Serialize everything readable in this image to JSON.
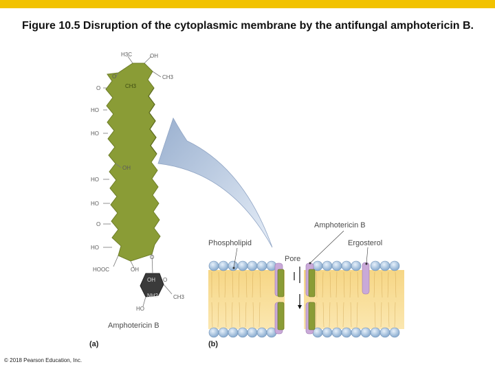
{
  "slide": {
    "title": "Figure 10.5  Disruption of the cytoplasmic membrane by the antifungal amphotericin B.",
    "copyright": "© 2018 Pearson Education, Inc.",
    "accent_color": "#f2c200"
  },
  "panel_a": {
    "label": "(a)",
    "caption": "Amphotericin B",
    "groups": {
      "h3c": "H3C",
      "oh_top": "OH",
      "o_ring": "O",
      "ch3_right": "CH3",
      "o_keto": "O",
      "ch3_inner": "CH3",
      "ho1": "HO",
      "ho2": "HO",
      "oh_mid": "OH",
      "ho3": "HO",
      "ho4": "HO",
      "o_left": "O",
      "ho5": "HO",
      "hooc": "HOOC",
      "oh_bottom": "OH",
      "o_glyc": "O",
      "oh_sugar": "OH",
      "o_sugar": "O",
      "nh2": "NH2",
      "ch3_sugar": "CH3",
      "ho_sugar": "HO"
    }
  },
  "panel_b": {
    "label": "(b)",
    "labels": {
      "amphotericin": "Amphotericin B",
      "phospholipid": "Phospholipid",
      "ergosterol": "Ergosterol",
      "pore": "Pore"
    }
  }
}
